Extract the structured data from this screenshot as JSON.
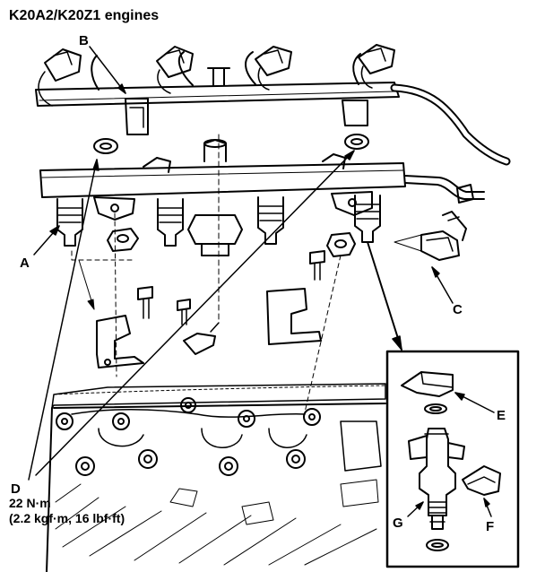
{
  "title": "K20A2/K20Z1 engines",
  "callouts": {
    "A": "A",
    "B": "B",
    "C": "C",
    "D": "D",
    "E": "E",
    "F": "F",
    "G": "G"
  },
  "torque": {
    "nm": "22 N·m",
    "imperial": "(2.2 kgf·m, 16 lbf·ft)"
  }
}
